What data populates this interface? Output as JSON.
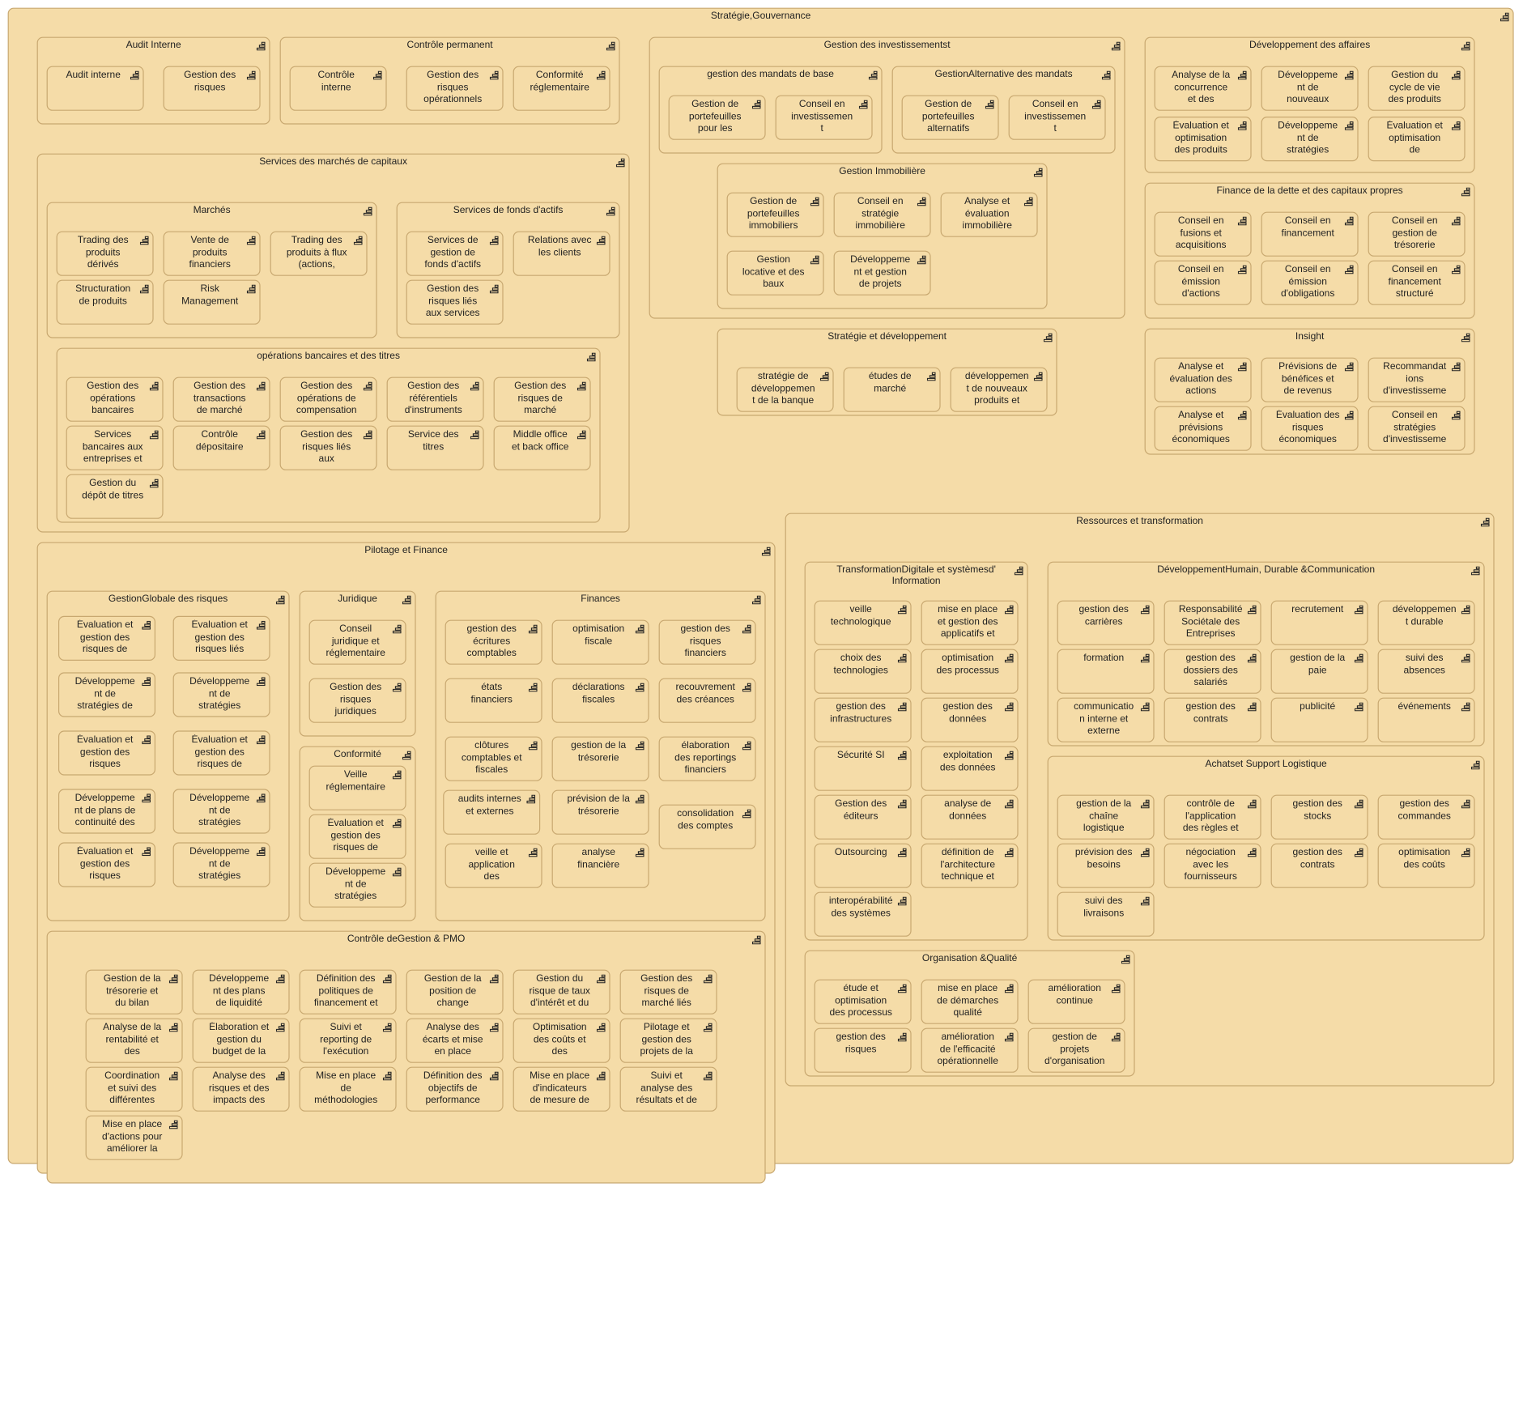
{
  "diagram": {
    "root": "Stratégie,Gouvernance",
    "groups": {
      "audit": "Audit Interne",
      "controle": "Contrôle permanent",
      "invest": "Gestion des investissementst",
      "mandats_base": "gestion des mandats de base",
      "mandats_alt": "GestionAlternative des mandats",
      "immo": "Gestion Immobilière",
      "strat": "Stratégie et développement",
      "devaff": "Développement des affaires",
      "dette": "Finance de la dette et des capitaux propres",
      "insight": "Insight",
      "smc": "Services des marchés de capitaux",
      "marches": "Marchés",
      "fonds": "Services de fonds d'actifs",
      "ops": "opérations bancaires et des titres",
      "ressources": "Ressources et transformation",
      "transfo": "TransformationDigitale et systèmesd' Information",
      "rh": "DéveloppementHumain, Durable &Communication",
      "achats": "Achatset Support Logistique",
      "orgq": "Organisation &Qualité",
      "pilotage": "Pilotage et Finance",
      "risques": "GestionGlobale des risques",
      "juridique": "Juridique",
      "conformite": "Conformité",
      "finances": "Finances",
      "cdg": "Contrôle deGestion & PMO"
    },
    "leaves": [
      "Audit interne",
      "Gestion des risques",
      "Contrôle interne",
      "Gestion des risques opérationnels",
      "Conformité réglementaire",
      "Gestion de portefeuilles pour les clients",
      "Conseil en investissement",
      "Gestion de portefeuilles alternatifs",
      "Conseil en investissement",
      "Gestion de portefeuilles immobiliers",
      "Conseil en stratégie immobilière",
      "Analyse et évaluation immobilière",
      "Gestion locative et des baux",
      "Développement et gestion de projets",
      "stratégie de développement de la banque",
      "études de marché",
      "développement de nouveaux produits et",
      "Analyse de la concurrence et des tendances",
      "Développement de nouveaux produits",
      "Gestion du cycle de vie des produits",
      "Évaluation et optimisation des produits",
      "Développement de stratégies pour améliorer",
      "Évaluation et optimisation de l'expérience",
      "Conseil en fusions et acquisitions",
      "Conseil en financement",
      "Conseil en gestion de trésorerie",
      "Conseil en émission d'actions",
      "Conseil en émission d'obligations",
      "Conseil en financement structuré",
      "Analyse et évaluation des actions",
      "Prévisions de bénéfices et de revenus",
      "Recommandations d'investisseme",
      "Analyse et prévisions économiques",
      "Évaluation des risques économiques",
      "Conseil en stratégies d'investisseme",
      "Trading des produits dérivés",
      "Vente de produits financiers",
      "Trading des produits à flux (actions,",
      "Structuration de produits",
      "Risk Management",
      "Services de gestion de fonds d'actifs",
      "Relations avec les clients",
      "Gestion des risques liés aux services de",
      "Gestion des opérations bancaires",
      "Gestion des transactions de marché",
      "Gestion des opérations de compensation",
      "Gestion des référentiels d'instruments",
      "Gestion des risques de marché",
      "Services bancaires aux entreprises et",
      "Contrôle dépositaire",
      "Gestion des risques liés aux référentiels",
      "Service des titres",
      "Middle office et back office",
      "Gestion du dépôt de titres",
      "veille technologique",
      "mise en place et gestion des applicatifs et",
      "choix des technologies",
      "optimisation des processus",
      "gestion des infrastructures",
      "gestion des données",
      "Sécurité SI",
      "exploitation des données",
      "Gestion des éditeurs",
      "analyse de données",
      "Outsourcing",
      "définition de l'architecture technique et",
      "interopérabilité des systèmes",
      "gestion des carrières",
      "Responsabilité Sociétale des Entreprises",
      "recrutement",
      "développement durable",
      "formation",
      "gestion des dossiers des salariés",
      "gestion de la paie",
      "suivi des absences",
      "communication interne et externe",
      "gestion des contrats",
      "publicité",
      "événements",
      "gestion de la chaîne logistique",
      "contrôle de l'application des règles et",
      "gestion des stocks",
      "gestion des commandes",
      "prévision des besoins",
      "négociation avec les fournisseurs",
      "gestion des contrats",
      "optimisation des coûts",
      "suivi des livraisons",
      "étude et optimisation des processus",
      "mise en place de démarches qualité",
      "amélioration continue",
      "gestion des risques",
      "amélioration de l'efficacité opérationnelle",
      "gestion de projets d'organisation",
      "Évaluation et gestion des risques de",
      "Évaluation et gestion des risques liés aux",
      "Développement de stratégies de couverture",
      "Développement de stratégies pour minimiser",
      "Évaluation et gestion des risques",
      "Évaluation et gestion des risques de",
      "Développement de plans de continuité des",
      "Développement de stratégies pour minimiser",
      "Évaluation et gestion des risques",
      "Développement de stratégies pour réduire les",
      "Conseil juridique et réglementaire",
      "Gestion des risques juridiques",
      "Veille réglementaire",
      "Évaluation et gestion des risques de",
      "Développement de stratégies pour assurer la",
      "gestion des écritures comptables",
      "optimisation fiscale",
      "gestion des risques financiers",
      "états financiers",
      "déclarations fiscales",
      "recouvrement des créances",
      "clôtures comptables et fiscales",
      "gestion de la trésorerie",
      "élaboration des reportings financiers",
      "audits internes et externes",
      "prévision de la trésorerie",
      "consolidation des comptes",
      "veille et application des réglementation",
      "analyse financière",
      "Gestion de la trésorerie et du bilan",
      "Développement des plans de liquidité",
      "Définition des politiques de financement et",
      "Gestion de la position de change",
      "Gestion du risque de taux d'intérêt et du",
      "Gestion des risques de marché liés aux",
      "Analyse de la rentabilité et des",
      "Élaboration et gestion du budget de la",
      "Suivi et reporting de l'exécution",
      "Analyse des écarts et mise en place",
      "Optimisation des coûts et des ressources",
      "Pilotage et gestion des projets de la",
      "Coordination et suivi des différentes",
      "Analyse des risques et des impacts des",
      "Mise en place de méthodologies",
      "Définition des objectifs de performance",
      "Mise en place d'indicateurs de mesure de",
      "Suivi et analyse des résultats et de l'évolution",
      "Mise en place d'actions pour améliorer la"
    ]
  }
}
